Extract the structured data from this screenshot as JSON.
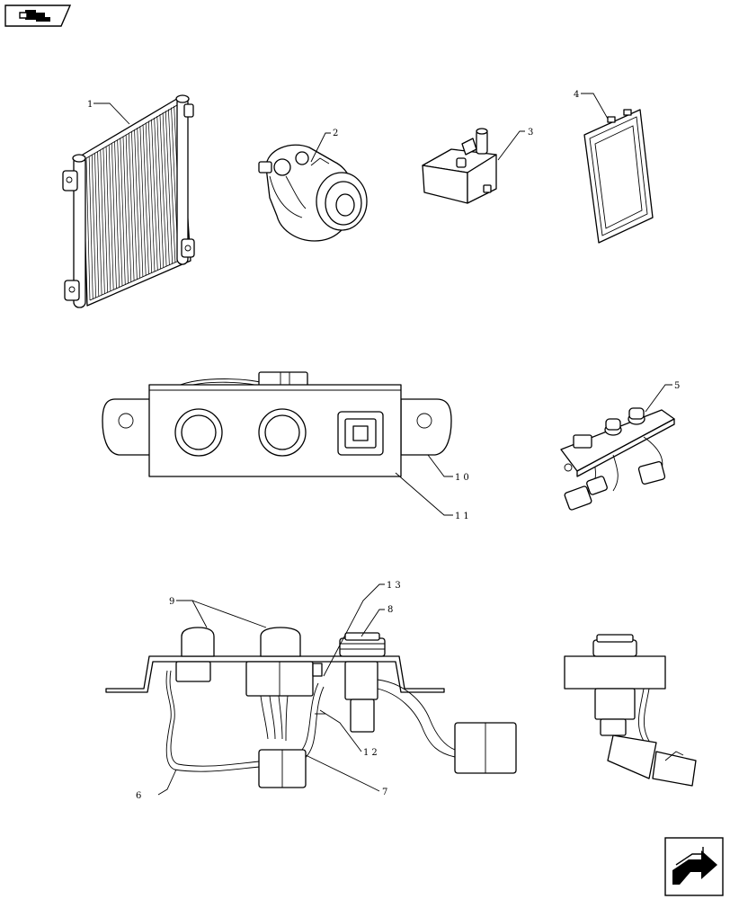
{
  "callouts": {
    "c1": "1",
    "c2": "2",
    "c3": "3",
    "c4": "4",
    "c5": "5",
    "c6": "6",
    "c7": "7",
    "c8": "8",
    "c9": "9",
    "c10": "10",
    "c11": "11",
    "c12": "12",
    "c13": "13"
  },
  "icons": {
    "top_left": "return-to-index-icon",
    "bottom_right": "next-page-arrow-icon"
  }
}
